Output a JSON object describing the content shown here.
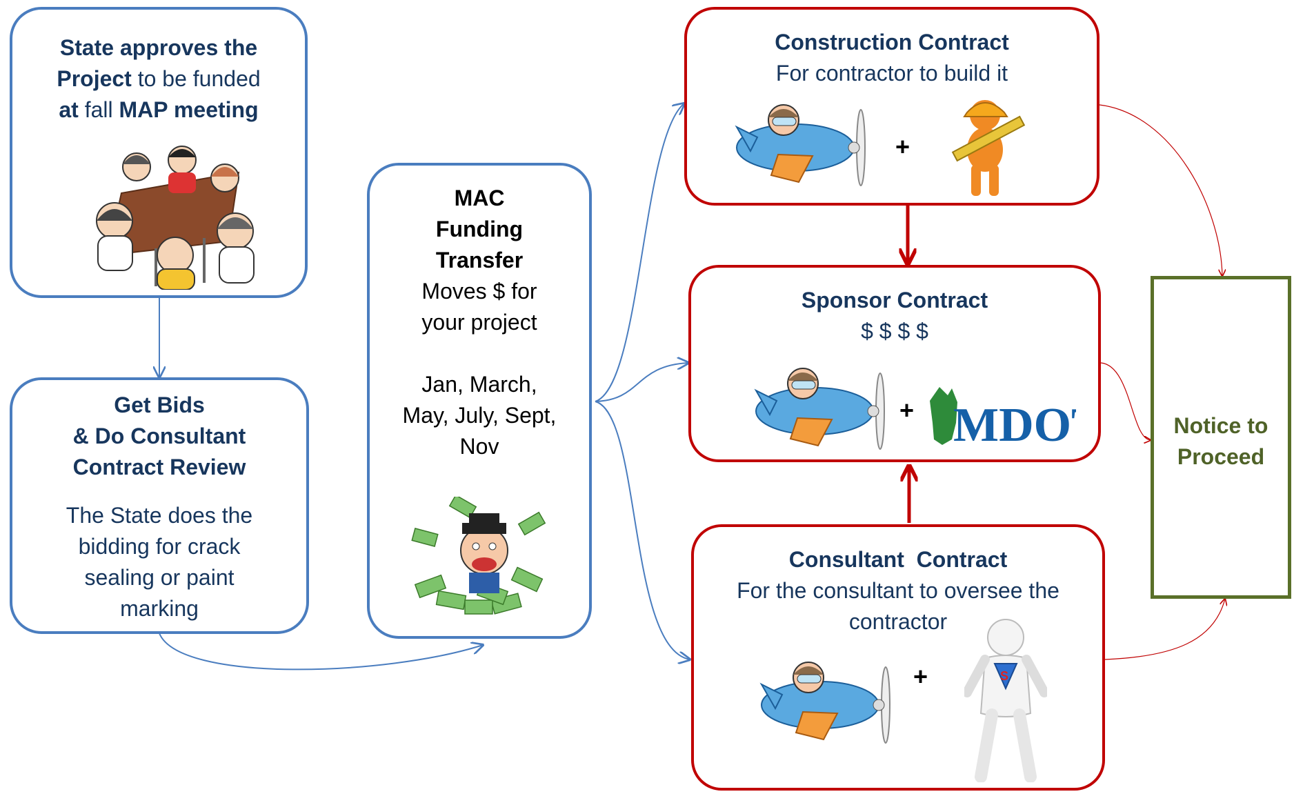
{
  "state_box": {
    "line1": "State approves the",
    "line2_bold": "Project",
    "line2_rest": " to be funded",
    "line3_bold1": "at",
    "line3_mid": " fall ",
    "line3_bold2": "MAP meeting"
  },
  "bids_box": {
    "title_lines": [
      "Get Bids",
      "& Do Consultant",
      "Contract Review"
    ],
    "body_lines": [
      "The State does the",
      "bidding for crack",
      "sealing or paint",
      "marking"
    ]
  },
  "mac_box": {
    "title_lines": [
      "MAC",
      "Funding",
      "Transfer"
    ],
    "body_lines": [
      "Moves $ for",
      "your project"
    ],
    "months_lines": [
      "Jan, March,",
      "May, July, Sept,",
      "Nov"
    ]
  },
  "construction_box": {
    "title": "Construction Contract",
    "subtitle": "For contractor to build it",
    "plus": "+"
  },
  "sponsor_box": {
    "title": "Sponsor Contract",
    "subtitle": "$ $ $ $",
    "plus": "+",
    "logo_text": "MDOT"
  },
  "consultant_box": {
    "title": "Consultant  Contract",
    "subtitle_lines": [
      "For the consultant to oversee the",
      "contractor"
    ],
    "plus": "+"
  },
  "notice_box": {
    "lines": [
      "Notice to",
      "Proceed"
    ]
  },
  "colors": {
    "blue_border": "#4a7dbf",
    "red_border": "#c00000",
    "green_border": "#5a7029",
    "navy_text": "#17365d",
    "green_text": "#4f6228"
  }
}
